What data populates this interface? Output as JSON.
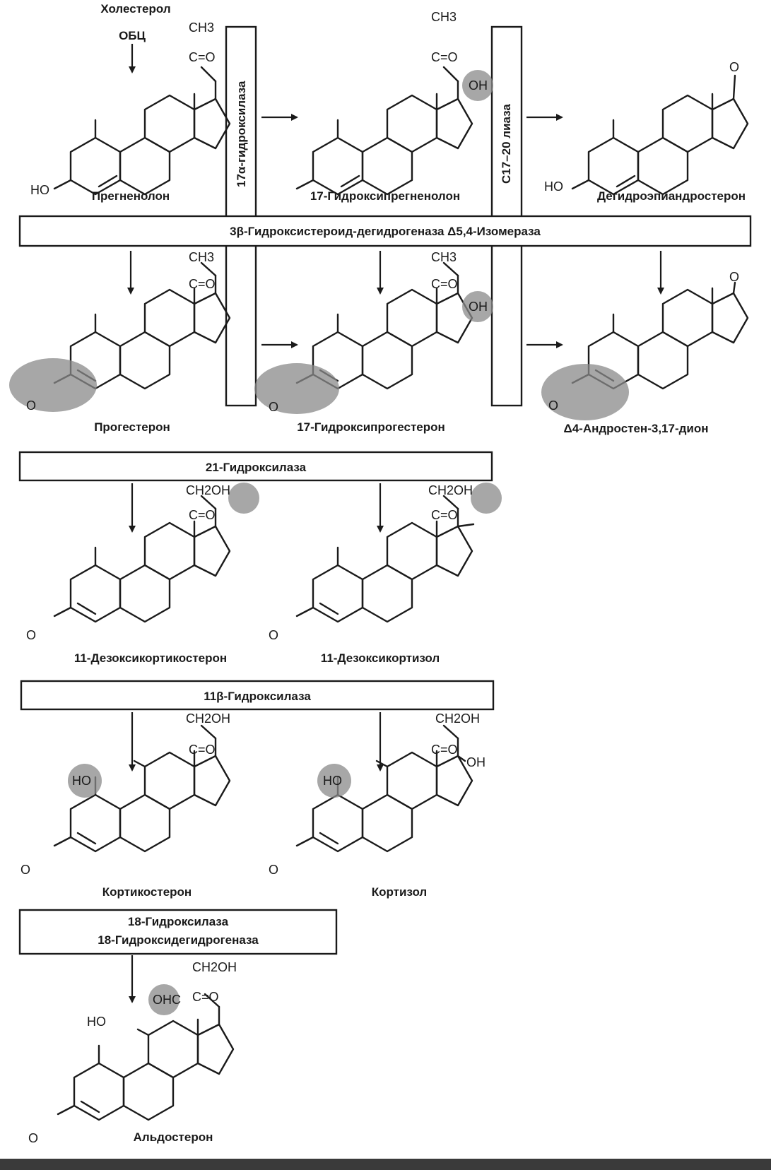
{
  "start": {
    "label": "Холестерол",
    "enzyme": "ОБЦ"
  },
  "enzymes": {
    "hydroxylase17a": "17α-гидроксилаза",
    "lyase": "С17–20 лиаза",
    "dehydrogenase": "3β-Гидроксистероид-дегидрогеназа Δ5,4-Изомераза",
    "hydroxylase21": "21-Гидроксилаза",
    "hydroxylase11b": "11β-Гидроксилаза",
    "hydroxylase18_line1": "18-Гидроксилаза",
    "hydroxylase18_line2": "18-Гидроксидегидрогеназа"
  },
  "compounds": {
    "pregnenolone": "Прегненолон",
    "hydroxypregnenolone": "17-Гидроксипрегненолон",
    "dhea": "Дегидроэпиандростерон",
    "progesterone": "Прогестерон",
    "hydroxyprogesterone": "17-Гидроксипрогестерон",
    "androstenedione": "Δ4-Андростен-3,17-дион",
    "deoxycorticosterone": "11-Дезоксикортикостерон",
    "deoxycortisol": "11-Дезоксикортизол",
    "corticosterone": "Кортикостерон",
    "cortisol": "Кортизол",
    "aldosterone": "Альдостерон"
  },
  "groups": {
    "ch3": "CH3",
    "co": "C=O",
    "oh": "OH",
    "ho": "HO",
    "o": "O",
    "ch2oh": "CH2OH",
    "ohc": "OHC"
  }
}
